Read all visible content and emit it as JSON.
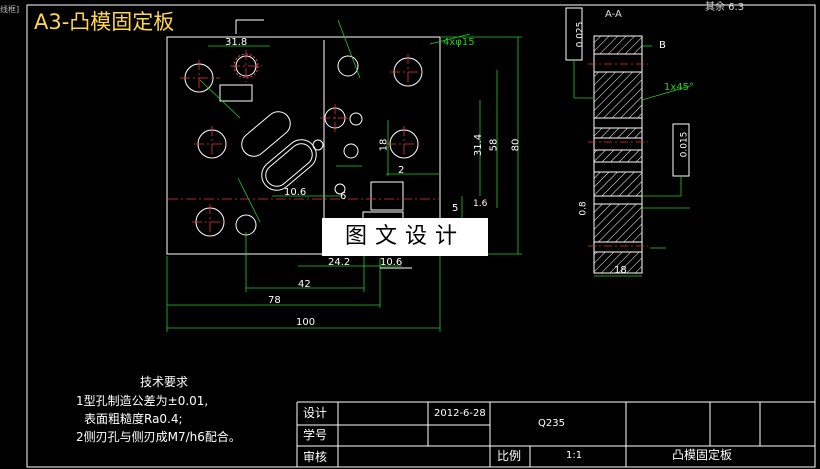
{
  "drawing": {
    "title": "A3-凸模固定板",
    "corner_label": "线框]",
    "roughness_label": "其余 6.3",
    "section_label": "A-A",
    "watermark": "图文设计"
  },
  "dimensions": {
    "width_100": "100",
    "width_78": "78",
    "width_42": "42",
    "width_24_2": "24.2",
    "width_10_6": "10.6",
    "top_31_8": "31.8",
    "height_80": "80",
    "height_58": "58",
    "height_31_4": "31.4",
    "height_18": "18",
    "section_18": "18",
    "holes_4xphi15": "4xφ15",
    "chamfer": "1x45°",
    "tol_0025": "0.025",
    "tol_0015": "0.015",
    "ra16": "1.6",
    "ra08": "0.8",
    "datum_b": "B",
    "small_10_6": "10.6",
    "small_2": "2",
    "small_5": "5",
    "small_6": "6"
  },
  "requirements": {
    "title": "技术要求",
    "items": [
      "1型孔制造公差为±0.01,",
      "表面粗糙度Ra0.4;",
      "2侧刃孔与侧刃成M7/h6配合。"
    ]
  },
  "title_block": {
    "design_label": "设计",
    "date": "2012-6-28",
    "material": "Q235",
    "student_label": "学号",
    "review_label": "审核",
    "scale_label": "比例",
    "scale_value": "1:1",
    "part_name": "凸模固定板"
  }
}
